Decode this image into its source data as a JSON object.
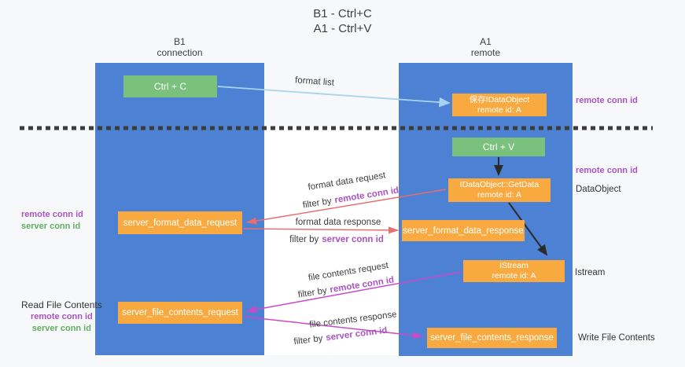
{
  "title": {
    "line1": "B1 - Ctrl+C",
    "line2": "A1 - Ctrl+V"
  },
  "lanes": {
    "left": {
      "name": "B1",
      "role": "connection"
    },
    "right": {
      "name": "A1",
      "role": "remote"
    }
  },
  "nodes": {
    "ctrl_c": {
      "label": "Ctrl + C"
    },
    "save_idataobject": {
      "line1": "保存IDataObject",
      "line2": "remote id: A"
    },
    "ctrl_v": {
      "label": "Ctrl + V"
    },
    "getdata": {
      "line1": "IDataObject::GetData",
      "line2": "remote id: A"
    },
    "istream": {
      "line1": "IStream",
      "line2": "remote id: A"
    },
    "format_request": {
      "label": "server_format_data_request"
    },
    "format_response": {
      "label": "server_format_data_response"
    },
    "file_request": {
      "label": "server_file_contents_request"
    },
    "file_response": {
      "label": "server_file_contents_response"
    }
  },
  "flows": {
    "format_list": {
      "label": "format list"
    },
    "format_data_request": {
      "label": "format data request",
      "filter_prefix": "filter by",
      "filter_key": "remote conn id"
    },
    "format_data_response": {
      "label": "format data response",
      "filter_prefix": "filter by",
      "filter_key": "server conn id"
    },
    "file_contents_request": {
      "label": "file contents request",
      "filter_prefix": "filter by",
      "filter_key": "remote conn id"
    },
    "file_contents_response": {
      "label": "file contents response",
      "filter_prefix": "filter by",
      "filter_key": "server conn id"
    }
  },
  "annotations": {
    "remote_conn_id_top": "remote conn id",
    "remote_conn_id_mid": "remote conn id",
    "dataobject": "DataObject",
    "istream": "Istream",
    "write_file": "Write File Contents",
    "read_file": "Read File Contents",
    "format_group": {
      "remote": "remote conn id",
      "server": "server conn id"
    },
    "file_group": {
      "remote": "remote conn id",
      "server": "server conn id"
    }
  },
  "colors": {
    "lane_blue": "#4d81d3",
    "node_orange": "#f8aa40",
    "node_green": "#79c17c",
    "highlight_purple": "#a855c1",
    "highlight_green": "#5fae61",
    "arrow_red": "#e86f6f",
    "arrow_magenta": "#c84ac8",
    "arrow_blue": "#a9d3f2",
    "arrow_black": "#2b2b2b",
    "background": "#f7f8f9"
  }
}
